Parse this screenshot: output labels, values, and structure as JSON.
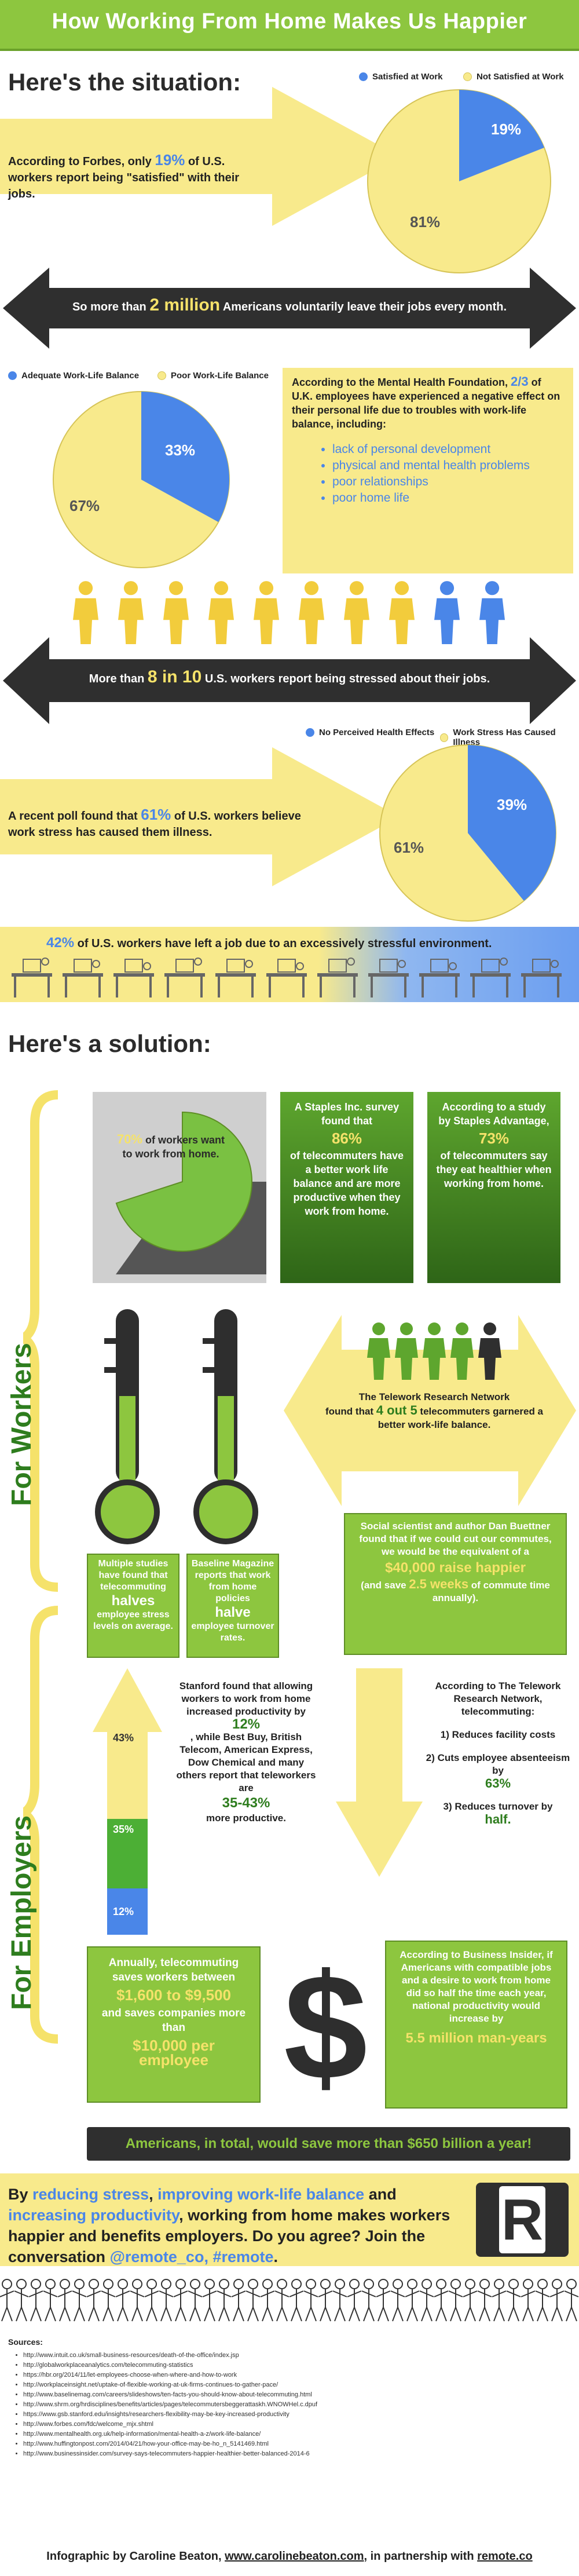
{
  "header": {
    "title": "How Working From Home Makes Us Happier"
  },
  "situation": {
    "title": "Here's the situation:",
    "forbes": {
      "legend_a": "Satisfied at Work",
      "legend_b": "Not Satisfied at Work",
      "text_a": "According to Forbes, only ",
      "highlight": "19%",
      "text_b": " of U.S. workers report being \"satisfied\" with their jobs.",
      "pct_a": "19%",
      "pct_b": "81%",
      "fraction_a": 0.19
    },
    "arrow1": {
      "text_a": "So more than ",
      "highlight": "2 million",
      "text_b": " Americans voluntarily leave their jobs every month."
    },
    "mental": {
      "legend_a": "Adequate Work-Life Balance",
      "legend_b": "Poor Work-Life Balance",
      "pct_a": "33%",
      "pct_b": "67%",
      "fraction_a": 0.33,
      "intro_a": "According to the Mental Health Foundation, ",
      "intro_hl": "2/3",
      "intro_b": " of U.K. employees have experienced a negative effect on their personal life due to troubles with work-life balance, including:",
      "bullets": [
        "lack of personal development",
        "physical and mental health problems",
        "poor relationships",
        "poor home life"
      ]
    },
    "arrow2": {
      "text_a": "More than ",
      "highlight": "8 in 10",
      "text_b": " U.S. workers report being stressed about their jobs."
    },
    "illness": {
      "legend_a": "No Perceived Health Effects",
      "legend_b": "Work Stress Has Caused Illness",
      "pct_a": "39%",
      "pct_b": "61%",
      "fraction_a": 0.39,
      "text_a": "A recent poll found that ",
      "highlight": "61%",
      "text_b": " of U.S. workers believe work stress has caused them illness."
    },
    "left_job": {
      "highlight": "42%",
      "text": " of U.S. workers have left a job due to an excessively stressful environment."
    }
  },
  "solution": {
    "title": "Here's a solution:",
    "side_workers": "For Workers",
    "side_employers": "For Employers",
    "want_home": {
      "highlight": "70%",
      "text": " of workers want to work from home.",
      "fraction": 0.7
    },
    "staples1": {
      "text_a": "A Staples Inc. survey found that",
      "highlight": "86%",
      "text_b": "of telecommuters have a better work life balance and are more productive when they work from home."
    },
    "staples2": {
      "text_a": "According to a study by Staples Advantage,",
      "highlight": "73%",
      "text_b": "of telecommuters say they eat healthier when working from home."
    },
    "thermo1": {
      "text_a": "Multiple studies have found that telecommuting",
      "highlight": "halves",
      "text_b": "employee stress levels on average."
    },
    "thermo2": {
      "text_a": "Baseline Magazine reports that work from home policies",
      "highlight": "halve",
      "text_b": "employee turnover rates."
    },
    "trn": {
      "title": "The Telework Research Network",
      "text_a": "found that ",
      "highlight": "4 out 5",
      "text_b": " telecommuters garnered a better work-life balance."
    },
    "buettner": {
      "text_a": "Social scientist and author Dan Buettner found that if we could cut our commutes, we would be the equivalent of a",
      "highlight": "$40,000 raise happier",
      "text_b": "(and save ",
      "highlight2": "2.5 weeks",
      "text_c": " of commute time annually)."
    },
    "stanford": {
      "text_a": "Stanford found that allowing workers to work from home increased productivity by",
      "highlight": "12%",
      "text_b": ", while Best Buy, British Telecom, American Express, Dow Chemical and many others report that teleworkers are",
      "highlight2": "35-43%",
      "text_c": "more productive."
    },
    "productivity_bar": {
      "top": "43%",
      "mid": "35%",
      "low": "12%"
    },
    "trn2": {
      "intro": "According to The Telework Research Network, telecommuting:",
      "item1": "1) Reduces facility costs",
      "item2_a": "2) Cuts employee absenteeism by",
      "item2_hl": "63%",
      "item3_a": "3) Reduces turnover by",
      "item3_hl": "half."
    },
    "savings": {
      "text_a": "Annually, telecommuting saves workers between",
      "highlight": "$1,600 to $9,500",
      "text_b": "and saves companies more than",
      "highlight2": "$10,000 per employee"
    },
    "insider": {
      "text_a": "According to Business Insider, if Americans with compatible jobs and a desire to work from home did so half the time each year, national productivity would increase by",
      "highlight": "5.5 million man-years"
    },
    "total": "Americans, in total, would save more than $650 billion a year!"
  },
  "cta": {
    "hl1": "reducing stress",
    "hl2": "improving work-life balance",
    "hl3": "increasing productivity",
    "handles": "@remote_co, #remote",
    "logo_letter": "R"
  },
  "sources": {
    "title": "Sources:",
    "items": [
      "http://www.intuit.co.uk/small-business-resources/death-of-the-office/index.jsp",
      "http://globalworkplaceanalytics.com/telecommuting-statistics",
      "https://hbr.org/2014/11/let-employees-choose-when-where-and-how-to-work",
      "http://workplaceinsight.net/uptake-of-flexible-working-at-uk-firms-continues-to-gather-pace/",
      "http://www.baselinemag.com/careers/slideshows/ten-facts-you-should-know-about-telecommuting.html",
      "http://www.shrm.org/hrdisciplines/benefits/articles/pages/telecommutersbeggerattaskh.WNOWHel.c.dpuf",
      "https://www.gsb.stanford.edu/insights/researchers-flexibility-may-be-key-increased-productivity",
      "http://www.forbes.com/fdc/welcome_mjx.shtml",
      "http://www.mentalhealth.org.uk/help-information/mental-health-a-z/work-life-balance/",
      "http://www.huffingtonpost.com/2014/04/21/how-your-office-may-be-ho_n_5141469.html",
      "http://www.businessinsider.com/survey-says-telecommuters-happier-healthier-better-balanced-2014-6"
    ]
  },
  "footer": {
    "text_a": "Infographic by Caroline Beaton, ",
    "site1": "www.carolinebeaton.com",
    "text_b": ", in partnership with ",
    "site2": "remote.co"
  },
  "colors": {
    "blue": "#4a86e8",
    "yellow": "#f8ea8c",
    "green": "#8dc63f",
    "dark": "#2f2f2f"
  }
}
